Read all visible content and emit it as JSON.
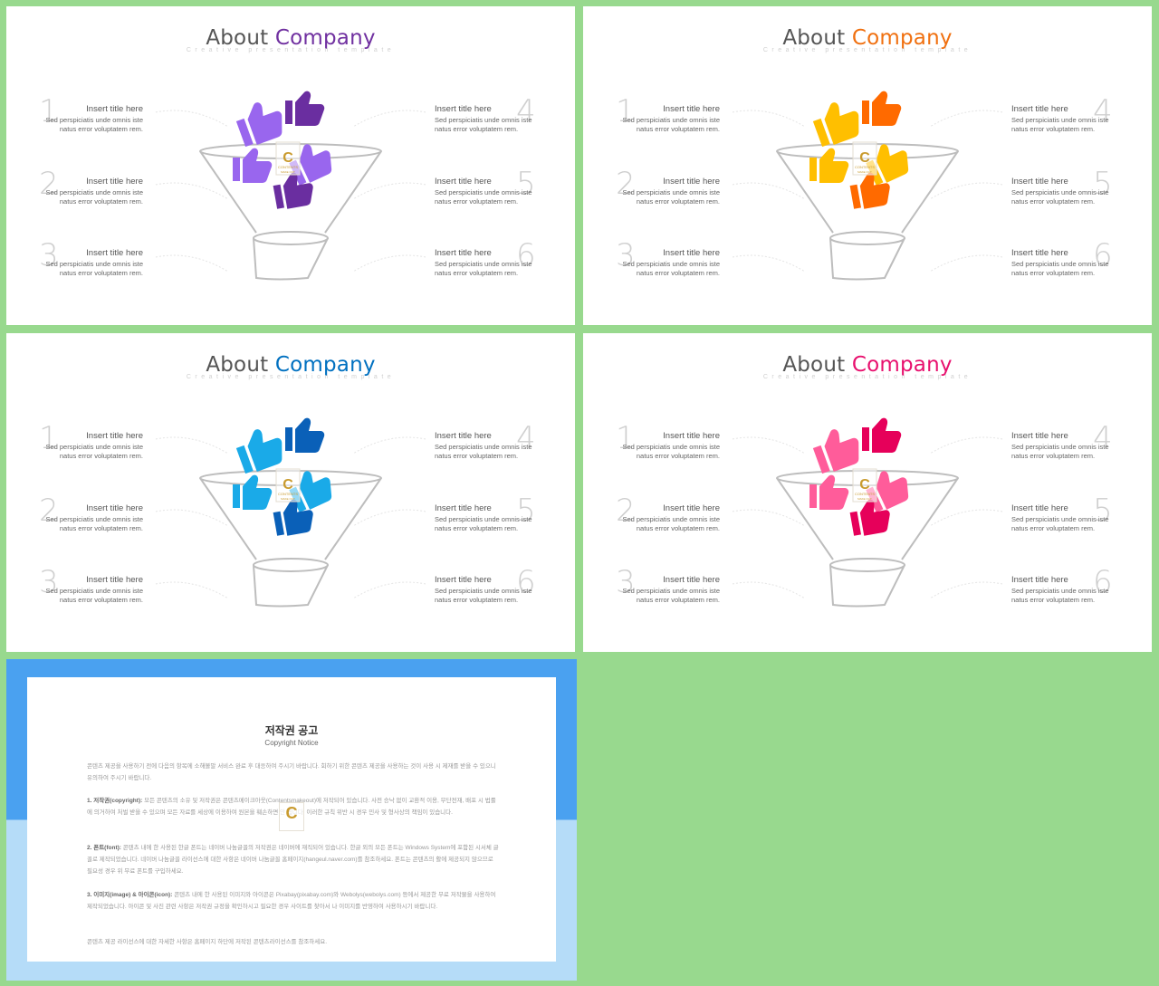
{
  "slides": [
    {
      "title_a": "About",
      "title_b": "Company",
      "subtitle": "Creative presentation template",
      "accent": "#7030a0",
      "light": "#9966ee",
      "dark": "#6a2ea0"
    },
    {
      "title_a": "About",
      "title_b": "Company",
      "subtitle": "Creative presentation template",
      "accent": "#f07010",
      "light": "#ffbf00",
      "dark": "#ff6a00"
    },
    {
      "title_a": "About",
      "title_b": "Company",
      "subtitle": "Creative presentation template",
      "accent": "#0070c0",
      "light": "#1aaae8",
      "dark": "#0a60b8"
    },
    {
      "title_a": "About",
      "title_b": "Company",
      "subtitle": "Creative presentation template",
      "accent": "#e8106e",
      "light": "#ff5c9a",
      "dark": "#e6005a"
    }
  ],
  "items": [
    {
      "num": "1",
      "title": "Insert title here",
      "desc1": "Sed perspiciatis unde omnis iste",
      "desc2": "natus error voluptatem rem."
    },
    {
      "num": "2",
      "title": "Insert title here",
      "desc1": "Sed perspiciatis unde omnis iste",
      "desc2": "natus error voluptatem rem."
    },
    {
      "num": "3",
      "title": "Insert title here",
      "desc1": "Sed perspiciatis unde omnis iste",
      "desc2": "natus error voluptatem rem."
    },
    {
      "num": "4",
      "title": "Insert title here",
      "desc1": "Sed perspiciatis unde omnis iste",
      "desc2": "natus error voluptatem rem."
    },
    {
      "num": "5",
      "title": "Insert title here",
      "desc1": "Sed perspiciatis unde omnis iste",
      "desc2": "natus error voluptatem rem."
    },
    {
      "num": "6",
      "title": "Insert title here",
      "desc1": "Sed perspiciatis unde omnis iste",
      "desc2": "natus error voluptatem rem."
    }
  ],
  "watermark": {
    "letter": "C",
    "line1": "CONTENTS",
    "line2": "MAKE OUT"
  },
  "icons": {
    "thumb": "thumbs-up-icon",
    "funnel": "funnel-icon"
  },
  "notice": {
    "title": "저작권 공고",
    "subtitle": "Copyright Notice",
    "intro": "콘텐츠 제공을 사용하기 전에 다음의 항목에 소해볼말 서비스 완료 후 대응하여 주시기 바랍니다. 회하기 위한 콘텐츠 제공을 사용하는 것이 사용 시 제재를 받을 수 있으니 유의하여 주시기 바랍니다.",
    "p1_head": "1. 저작권(copyright):",
    "p1_body": "모든 콘텐츠의 소유 및 저작권은 콘텐츠메이크아웃(Contentsmakeout)에 저작되어 있습니다. 사전 승낙 없이 교환적 이용, 무단전재, 배포 시 법률에 의거하여 처벌 받을 수 있으며 모든 자료를 세상에 이용하여 원본을 훼손하면 안 됩니다. 이러한 규칙 위반 시 경우 민사 및 형사상의 책임이 있습니다.",
    "p2_head": "2. 폰트(font):",
    "p2_body": "콘텐츠 내에 한 사용된 한글 폰트는 네이버 나눔글꼴의 저작권은 네이버에 재직되어 있습니다. 한글 외의 모든 폰트는 Windows System에 포함된 시서체 글꼴로 제작되었습니다. 네이버 나눔글꼴 라이선스에 대한 사항은 네이버 나눔글꼴 홈페이지(hangeul.naver.com)를 참조하세요. 폰트는 콘텐츠의 활에 제공되지 않으므로 필요성 경우 위 무료 폰트를 구입하세요.",
    "p3_head": "3. 이미지(image) & 아이콘(icon):",
    "p3_body": "콘텐츠 내에 한 사용된 이미지와 아이콘은 Pixabay(pixabay.com)와 Webolys(webolys.com) 등에서 제공한 무료 저작물을 사용하여 제작되었습니다. 아이콘 및 사진 관련 사항은 저작권 규정을 확인하시고 필요한 경우 사이트를 찾아서 나 이미지를 반영하여 사용하시기 바랍니다.",
    "footer": "콘텐츠 제공 라이선스에 대한 자세한 사항은 홈페이지 하단에 저작된 콘텐츠라이선스를 참조하세요."
  }
}
